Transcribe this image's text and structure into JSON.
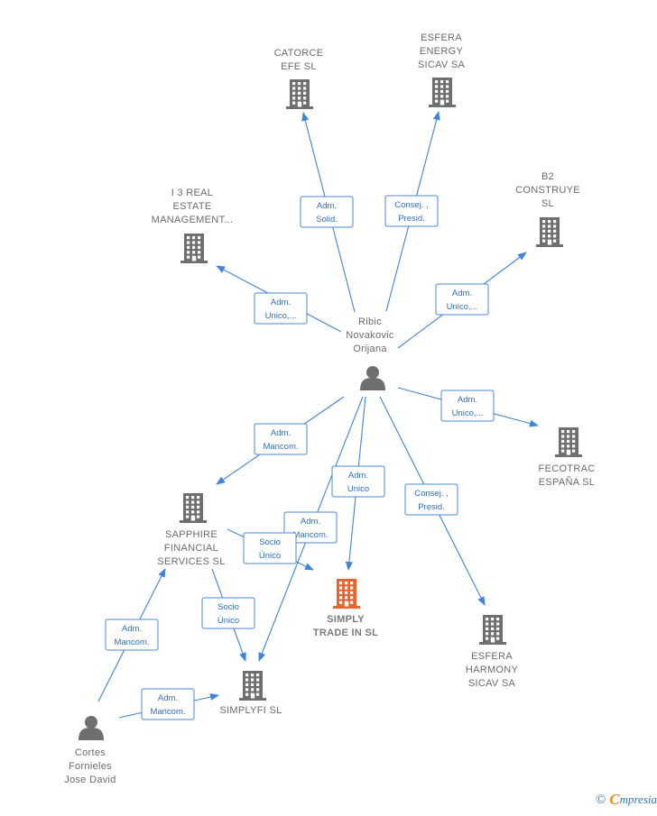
{
  "nodes": [
    {
      "id": "ribic",
      "type": "person",
      "lines": [
        "Ribic",
        "Novakovic",
        "Orijana"
      ]
    },
    {
      "id": "cortes",
      "type": "person",
      "lines": [
        "Cortes",
        "Fornieles",
        "Jose David"
      ]
    },
    {
      "id": "catorce",
      "type": "company",
      "lines": [
        "CATORCE",
        "EFE  SL"
      ]
    },
    {
      "id": "esfera_energy",
      "type": "company",
      "lines": [
        "ESFERA",
        "ENERGY",
        "SICAV SA"
      ]
    },
    {
      "id": "i3",
      "type": "company",
      "lines": [
        "I 3 REAL",
        "ESTATE",
        "MANAGEMENT..."
      ]
    },
    {
      "id": "b2",
      "type": "company",
      "lines": [
        "B2",
        "CONSTRUYE",
        "SL"
      ]
    },
    {
      "id": "fecotrac",
      "type": "company",
      "lines": [
        "FECOTRAC",
        "ESPAÑA  SL"
      ]
    },
    {
      "id": "sapphire",
      "type": "company",
      "lines": [
        "SAPPHIRE",
        "FINANCIAL",
        "SERVICES  SL"
      ]
    },
    {
      "id": "simply",
      "type": "company",
      "focus": true,
      "lines": [
        "SIMPLY",
        "TRADE IN  SL"
      ]
    },
    {
      "id": "esfera_harmony",
      "type": "company",
      "lines": [
        "ESFERA",
        "HARMONY",
        "SICAV SA"
      ]
    },
    {
      "id": "simplyfi",
      "type": "company",
      "lines": [
        "SIMPLYFI  SL"
      ]
    }
  ],
  "edges": [
    {
      "from": "ribic",
      "to": "catorce",
      "lines": [
        "Adm.",
        "Solid."
      ]
    },
    {
      "from": "ribic",
      "to": "esfera_energy",
      "lines": [
        "Consej. ,",
        "Presid."
      ]
    },
    {
      "from": "ribic",
      "to": "i3",
      "lines": [
        "Adm.",
        "Unico,..."
      ]
    },
    {
      "from": "ribic",
      "to": "b2",
      "lines": [
        "Adm.",
        "Unico,..."
      ]
    },
    {
      "from": "ribic",
      "to": "fecotrac",
      "lines": [
        "Adm.",
        "Unico,..."
      ]
    },
    {
      "from": "ribic",
      "to": "sapphire",
      "lines": [
        "Adm.",
        "Mancom."
      ]
    },
    {
      "from": "ribic",
      "to": "simply",
      "lines": [
        "Adm.",
        "Unico"
      ]
    },
    {
      "from": "ribic",
      "to": "esfera_harmony",
      "lines": [
        "Consej. ,",
        "Presid."
      ]
    },
    {
      "from": "ribic",
      "to": "simplyfi",
      "lines": [
        "Adm.",
        "Mancom."
      ]
    },
    {
      "from": "sapphire",
      "to": "simply",
      "lines": [
        "Socio",
        "Único"
      ]
    },
    {
      "from": "sapphire",
      "to": "simplyfi",
      "lines": [
        "Socio",
        "Único"
      ]
    },
    {
      "from": "cortes",
      "to": "sapphire",
      "lines": [
        "Adm.",
        "Mancom."
      ]
    },
    {
      "from": "cortes",
      "to": "simplyfi",
      "lines": [
        "Adm.",
        "Mancom."
      ]
    }
  ],
  "footer": {
    "copyright": "©",
    "brand_first": "C",
    "brand_rest": "mpresia"
  },
  "colors": {
    "edge": "#3f83dc",
    "company": "#6f6f6f",
    "focus_company": "#f0622c",
    "person": "#6f6f6f",
    "label": "#6b6b6b"
  }
}
